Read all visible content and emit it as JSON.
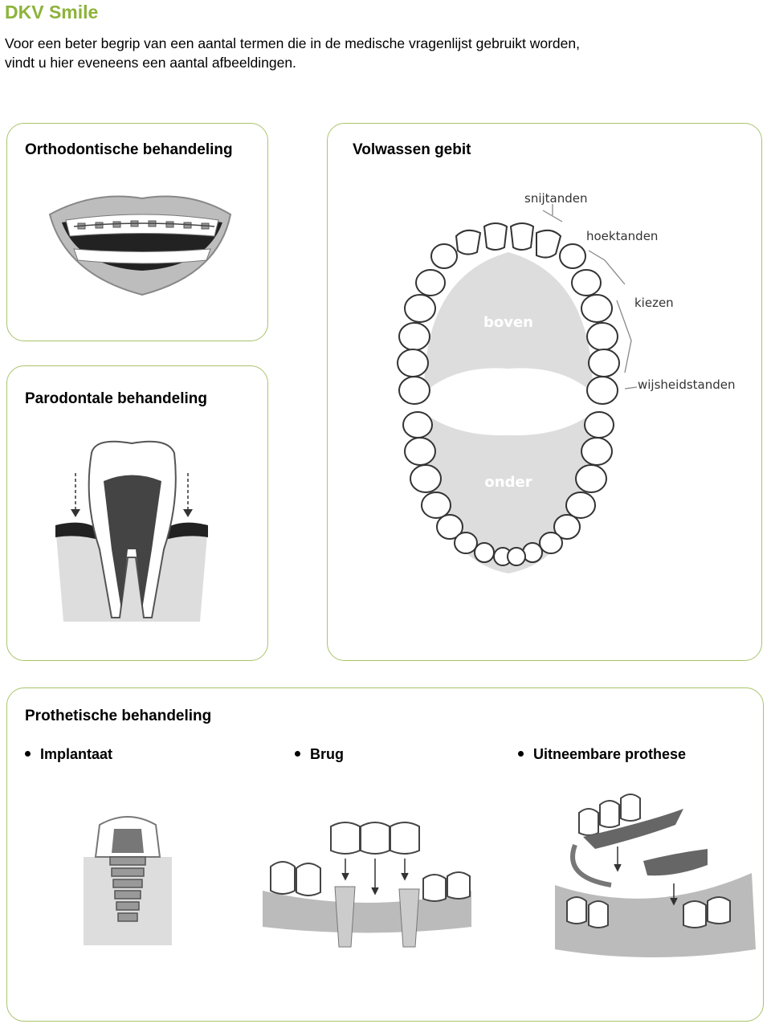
{
  "header": {
    "brand": "DKV Smile",
    "intro_line1": "Voor een beter begrip van een aantal termen die in de medische vragenlijst gebruikt worden,",
    "intro_line2": "vindt u hier eveneens een aantal afbeeldingen."
  },
  "sections": {
    "orthodontic": {
      "title": "Orthodontische behandeling"
    },
    "adult_teeth": {
      "title": "Volwassen gebit",
      "labels": {
        "incisors": "snijtanden",
        "canines": "hoektanden",
        "molars": "kiezen",
        "wisdom": "wijsheidstanden",
        "upper": "boven",
        "lower": "onder"
      }
    },
    "periodontal": {
      "title": "Parodontale behandeling"
    },
    "prosthetic": {
      "title": "Prothetische behandeling",
      "items": [
        "Implantaat",
        "Brug",
        "Uitneembare prothese"
      ]
    }
  },
  "colors": {
    "brand": "#8db33a",
    "box_border": "#a8c46a"
  }
}
